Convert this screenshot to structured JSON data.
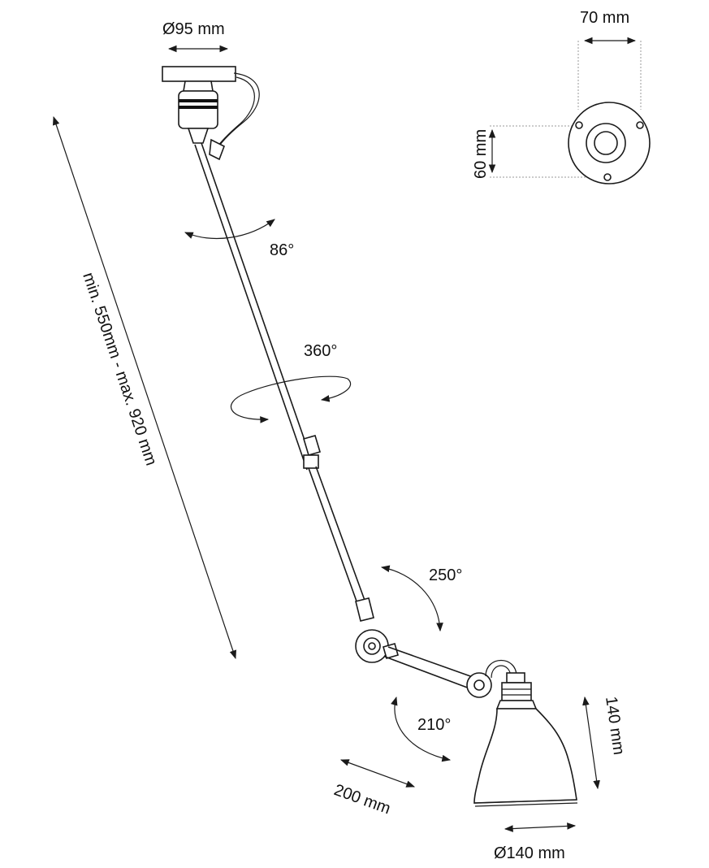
{
  "dimensions": {
    "base_diameter": "Ø95 mm",
    "plate_width": "70 mm",
    "plate_height": "60 mm",
    "reach": "min. 550mm - max. 920 mm",
    "arm_length": "200 mm",
    "shade_height": "140 mm",
    "shade_diameter": "Ø140 mm"
  },
  "rotations": {
    "top_swivel": "86°",
    "arm_rotation": "360°",
    "elbow": "250°",
    "shade_tilt": "210°"
  }
}
